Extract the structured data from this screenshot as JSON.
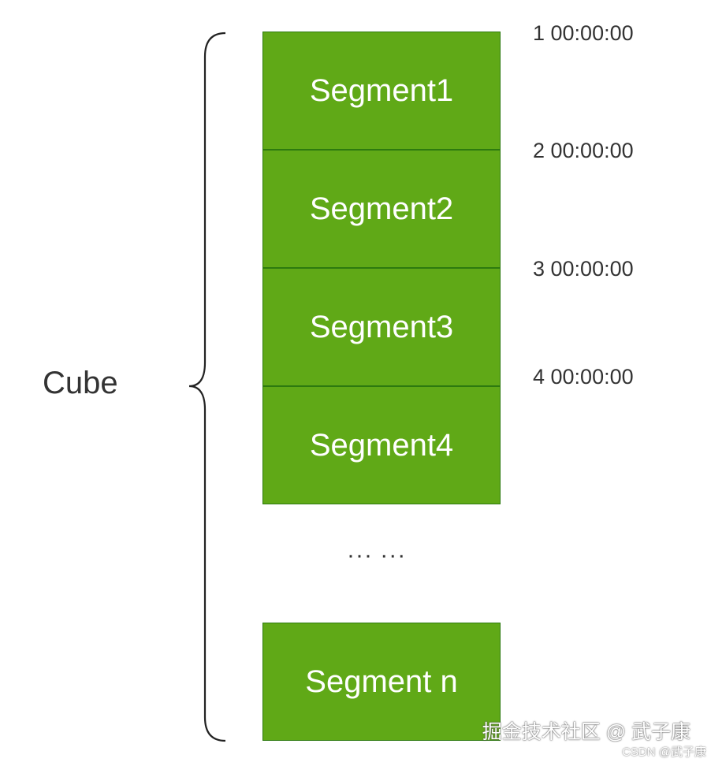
{
  "cube_label": "Cube",
  "colors": {
    "segment_fill": "#60a917",
    "segment_border": "#2d7a0f",
    "segment_text": "#ffffff",
    "label_text": "#333333"
  },
  "segments": [
    {
      "label": "Segment1"
    },
    {
      "label": "Segment2"
    },
    {
      "label": "Segment3"
    },
    {
      "label": "Segment4"
    }
  ],
  "last_segment": {
    "label": "Segment n"
  },
  "time_labels": [
    "1 00:00:00",
    "2 00:00:00",
    "3 00:00:00",
    "4 00:00:00"
  ],
  "ellipsis": "··· ···",
  "watermark": {
    "main": "掘金技术社区 @ 武子康",
    "sub": "CSDN @武子康"
  }
}
